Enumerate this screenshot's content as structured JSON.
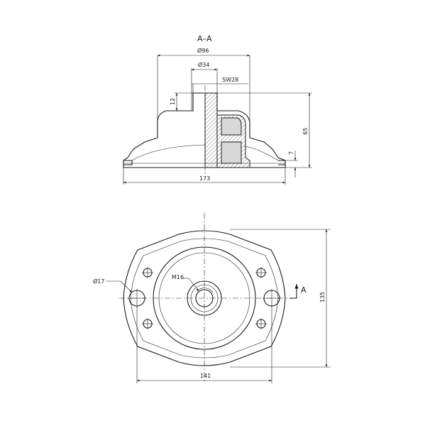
{
  "section_view": {
    "title": "A–A",
    "dim_outer_diameter": "Ø96",
    "dim_bore_diameter": "Ø34",
    "dim_wrench_size": "SW28",
    "dim_stud_length": "12",
    "dim_total_height": "65",
    "dim_flange_thickness": "7",
    "dim_overall_length": "173"
  },
  "plan_view": {
    "dim_hole_diameter": "Ø17",
    "dim_thread": "M16",
    "section_marker": "A",
    "dim_height": "135",
    "dim_hole_spacing": "141"
  }
}
